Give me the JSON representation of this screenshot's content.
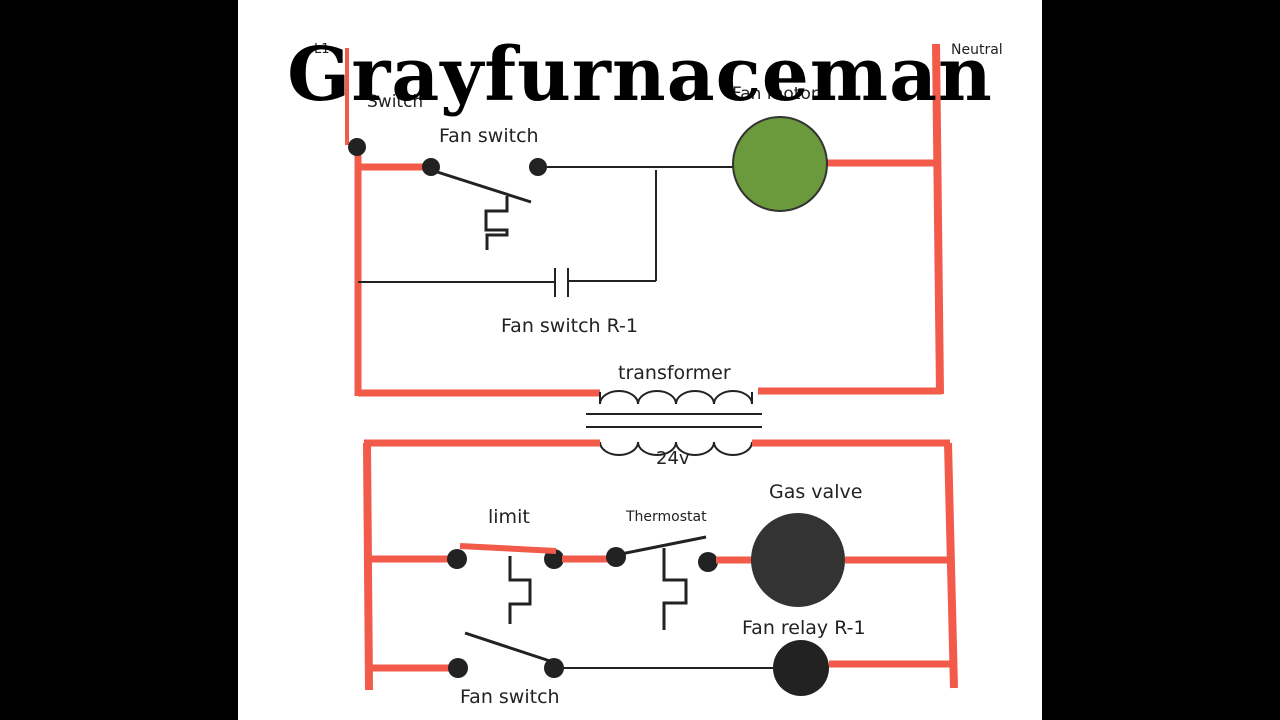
{
  "watermark": "Grayfurnaceman",
  "colors": {
    "wire_power": "#f25a4a",
    "wire_control": "#111111",
    "fan_motor": "#6a9a3c",
    "gas_valve": "#333333",
    "background": "#ffffff",
    "frame": "#000000"
  },
  "labels": {
    "l1": "L1",
    "neutral": "Neutral",
    "switch_top": "Switch",
    "fan_motor": "Fan motor",
    "fan_switch_top": "Fan switch",
    "fan_switch_r1": "Fan switch R-1",
    "transformer": "transformer",
    "secondary_voltage": "24v",
    "gas_valve": "Gas valve",
    "limit": "limit",
    "thermostat": "Thermostat",
    "fan_relay": "Fan relay R-1",
    "fan_switch_bottom": "Fan switch"
  }
}
